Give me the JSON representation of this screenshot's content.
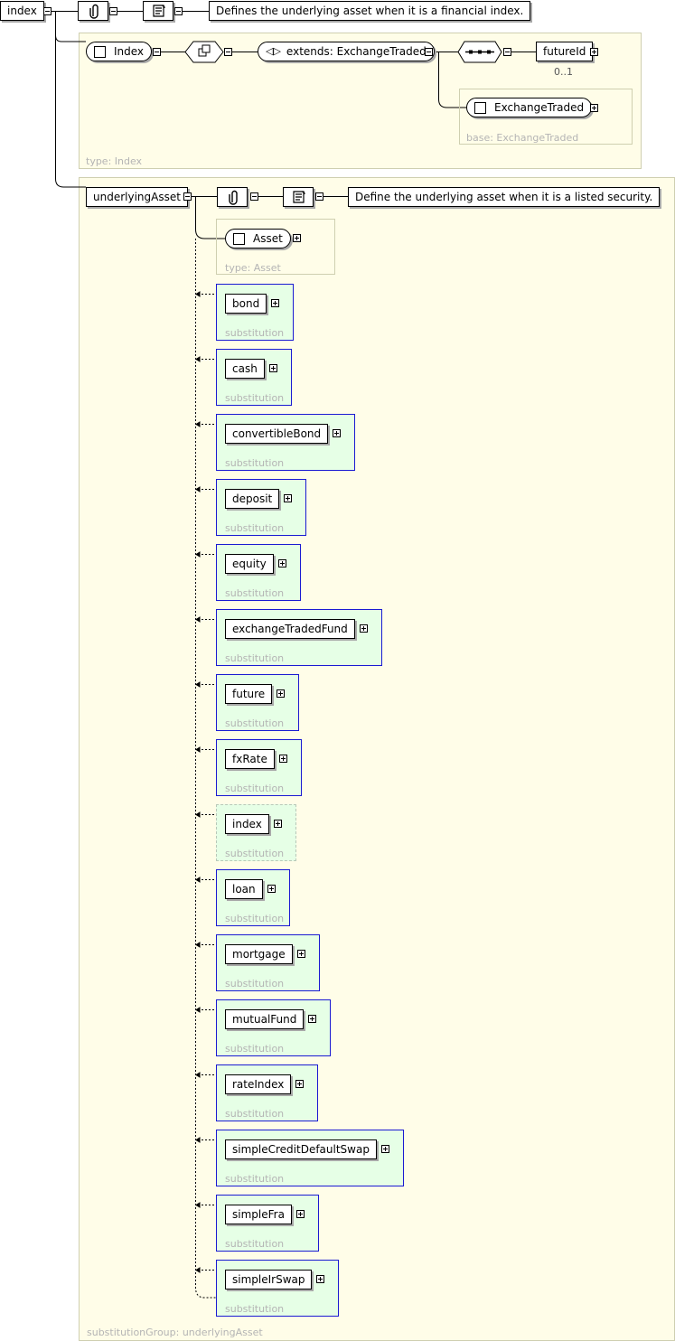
{
  "root": {
    "name": "index",
    "documentation": "Defines the underlying asset when it is a financial index."
  },
  "index_type_panel": {
    "complex_type": "Index",
    "extension": "extends: ExchangeTraded",
    "child_element": "futureId",
    "child_occurrence": "0..1",
    "base_type_box": "ExchangeTraded",
    "base_caption": "base: ExchangeTraded",
    "type_caption": "type: Index"
  },
  "underlying_panel": {
    "element": "underlyingAsset",
    "documentation": "Define the underlying asset when it is a listed security.",
    "asset_type": "Asset",
    "asset_caption": "type: Asset",
    "substitution_caption": "substitution",
    "group_caption": "substitutionGroup: underlyingAsset"
  },
  "substitutions": [
    {
      "name": "bond"
    },
    {
      "name": "cash"
    },
    {
      "name": "convertibleBond"
    },
    {
      "name": "deposit"
    },
    {
      "name": "equity"
    },
    {
      "name": "exchangeTradedFund"
    },
    {
      "name": "future"
    },
    {
      "name": "fxRate"
    },
    {
      "name": "index"
    },
    {
      "name": "loan"
    },
    {
      "name": "mortgage"
    },
    {
      "name": "mutualFund"
    },
    {
      "name": "rateIndex"
    },
    {
      "name": "simpleCreditDefaultSwap"
    },
    {
      "name": "simpleFra"
    },
    {
      "name": "simpleIrSwap"
    }
  ],
  "icons": {
    "annotation": "paperclip-icon",
    "documentation": "scroll-icon",
    "choice": "choice-icon",
    "extension": "extension-icon",
    "sequence": "sequence-icon",
    "expand": "plus-icon",
    "collapse": "minus-icon"
  },
  "colors": {
    "panel_background": "#fffde8",
    "substitution_fill": "#e6ffe6",
    "substitution_border": "#1a1ad2",
    "caption_gray": "#b4b4b4"
  }
}
